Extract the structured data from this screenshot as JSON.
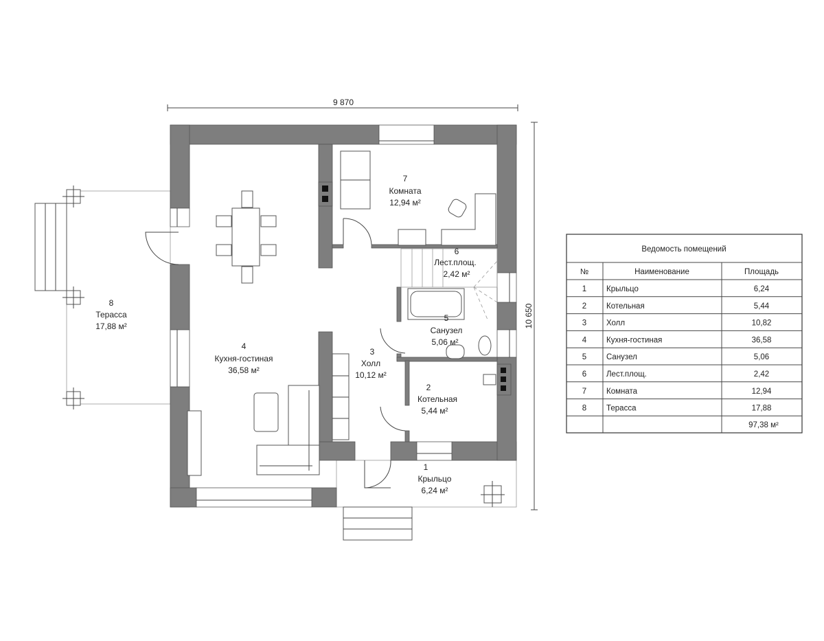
{
  "dimensions": {
    "width": "9 870",
    "height": "10 650"
  },
  "rooms": [
    {
      "num": "1",
      "name": "Крыльцо",
      "area": "6,24 м²"
    },
    {
      "num": "2",
      "name": "Котельная",
      "area": "5,44 м²"
    },
    {
      "num": "3",
      "name": "Холл",
      "area": "10,12 м²"
    },
    {
      "num": "4",
      "name": "Кухня-гостиная",
      "area": "36,58 м²"
    },
    {
      "num": "5",
      "name": "Санузел",
      "area": "5,06 м²"
    },
    {
      "num": "6",
      "name": "Лест.площ.",
      "area": "2,42 м²"
    },
    {
      "num": "7",
      "name": "Комната",
      "area": "12,94 м²"
    },
    {
      "num": "8",
      "name": "Терасса",
      "area": "17,88 м²"
    }
  ],
  "schedule": {
    "title": "Ведомость помещений",
    "headers": [
      "№",
      "Наименование",
      "Площадь"
    ],
    "rows": [
      [
        "1",
        "Крыльцо",
        "6,24"
      ],
      [
        "2",
        "Котельная",
        "5,44"
      ],
      [
        "3",
        "Холл",
        "10,82"
      ],
      [
        "4",
        "Кухня-гостиная",
        "36,58"
      ],
      [
        "5",
        "Санузел",
        "5,06"
      ],
      [
        "6",
        "Лест.плoщ.",
        "2,42"
      ],
      [
        "7",
        "Комната",
        "12,94"
      ],
      [
        "8",
        "Терасса",
        "17,88"
      ]
    ],
    "total": "97,38 м²"
  }
}
